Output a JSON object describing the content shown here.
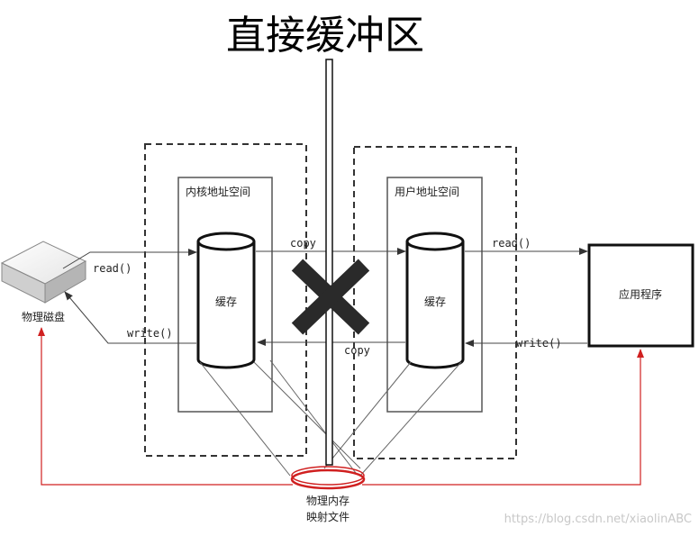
{
  "title": "直接缓冲区",
  "disk_label": "物理磁盘",
  "kernel_space_label": "内核地址空间",
  "user_space_label": "用户地址空间",
  "kernel_cache_label": "缓存",
  "user_cache_label": "缓存",
  "app_label": "应用程序",
  "mapped_file_line1": "物理内存",
  "mapped_file_line2": "映射文件",
  "arrows": {
    "disk_read": "read()",
    "disk_write": "write()",
    "copy_top": "copy",
    "copy_bottom": "copy",
    "app_read": "read()",
    "app_write": "write()"
  },
  "watermark": "https://blog.csdn.net/xiaolinABC",
  "colors": {
    "mapping_line": "#d02020",
    "blocked_cross": "#2a2a2a"
  }
}
